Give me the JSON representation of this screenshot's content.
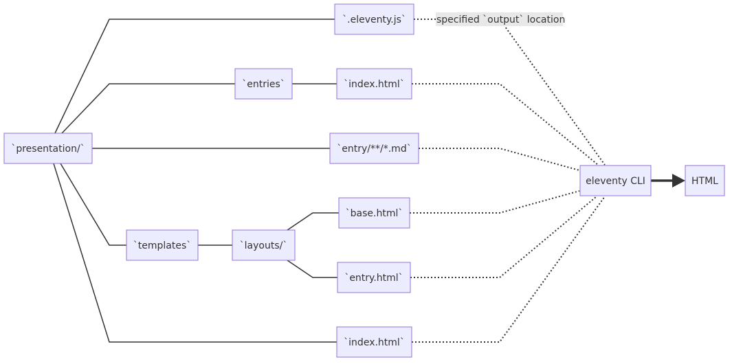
{
  "diagram": {
    "nodes": {
      "presentation": "`presentation/`",
      "eleventy_js": "`.eleventy.js`",
      "entries": "`entries`",
      "entries_index": "`index.html`",
      "entry_md": "`entry/**/*.md`",
      "templates": "`templates`",
      "layouts": "`layouts/`",
      "base_html": "`base.html`",
      "entry_html": "`entry.html`",
      "root_index": "`index.html`",
      "eleventy_cli": "eleventy CLI",
      "html_output": "HTML"
    },
    "edge_labels": {
      "output_location": "specified `output` location"
    },
    "colors": {
      "node_fill": "#ececff",
      "node_stroke": "#9370db",
      "line": "#333333",
      "label_bg": "#e8e8e8"
    }
  }
}
